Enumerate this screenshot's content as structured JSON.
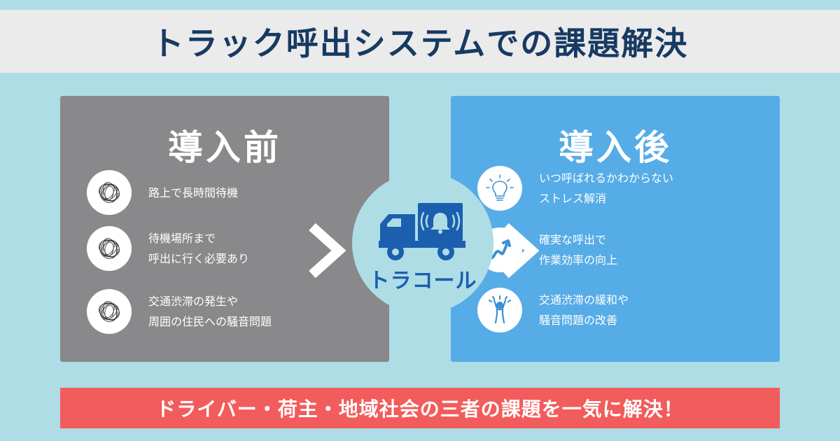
{
  "header": {
    "title": "トラック呼出システムでの課題解決"
  },
  "before": {
    "title": "導入前",
    "items": [
      {
        "icon": "tangled-scribble-icon",
        "lines": [
          "路上で長時間待機"
        ]
      },
      {
        "icon": "tangled-scribble-icon",
        "lines": [
          "待機場所まで",
          "呼出に行く必要あり"
        ]
      },
      {
        "icon": "tangled-scribble-icon",
        "lines": [
          "交通渋滞の発生や",
          "周囲の住民への騒音問題"
        ]
      }
    ]
  },
  "center": {
    "logo_text": "トラコール",
    "icon": "truck-bell-icon"
  },
  "after": {
    "title": "導入後",
    "items": [
      {
        "icon": "lightbulb-icon",
        "lines": [
          "いつ呼ばれるかわからない",
          "ストレス解消"
        ]
      },
      {
        "icon": "growth-arrow-icon",
        "lines": [
          "確実な呼出で",
          "作業効率の向上"
        ]
      },
      {
        "icon": "cheering-person-icon",
        "lines": [
          "交通渋滞の緩和や",
          "騒音問題の改善"
        ]
      }
    ]
  },
  "banner": {
    "text": "ドライバー・荷主・地域社会の三者の課題を一気に解決！"
  },
  "colors": {
    "background": "#aedde6",
    "title_bar": "#ebebeb",
    "title_text": "#173a63",
    "before_panel": "#89898b",
    "after_panel": "#56ace6",
    "after_icon": "#3a90d6",
    "logo": "#1b5fae",
    "banner": "#f25c5c"
  }
}
